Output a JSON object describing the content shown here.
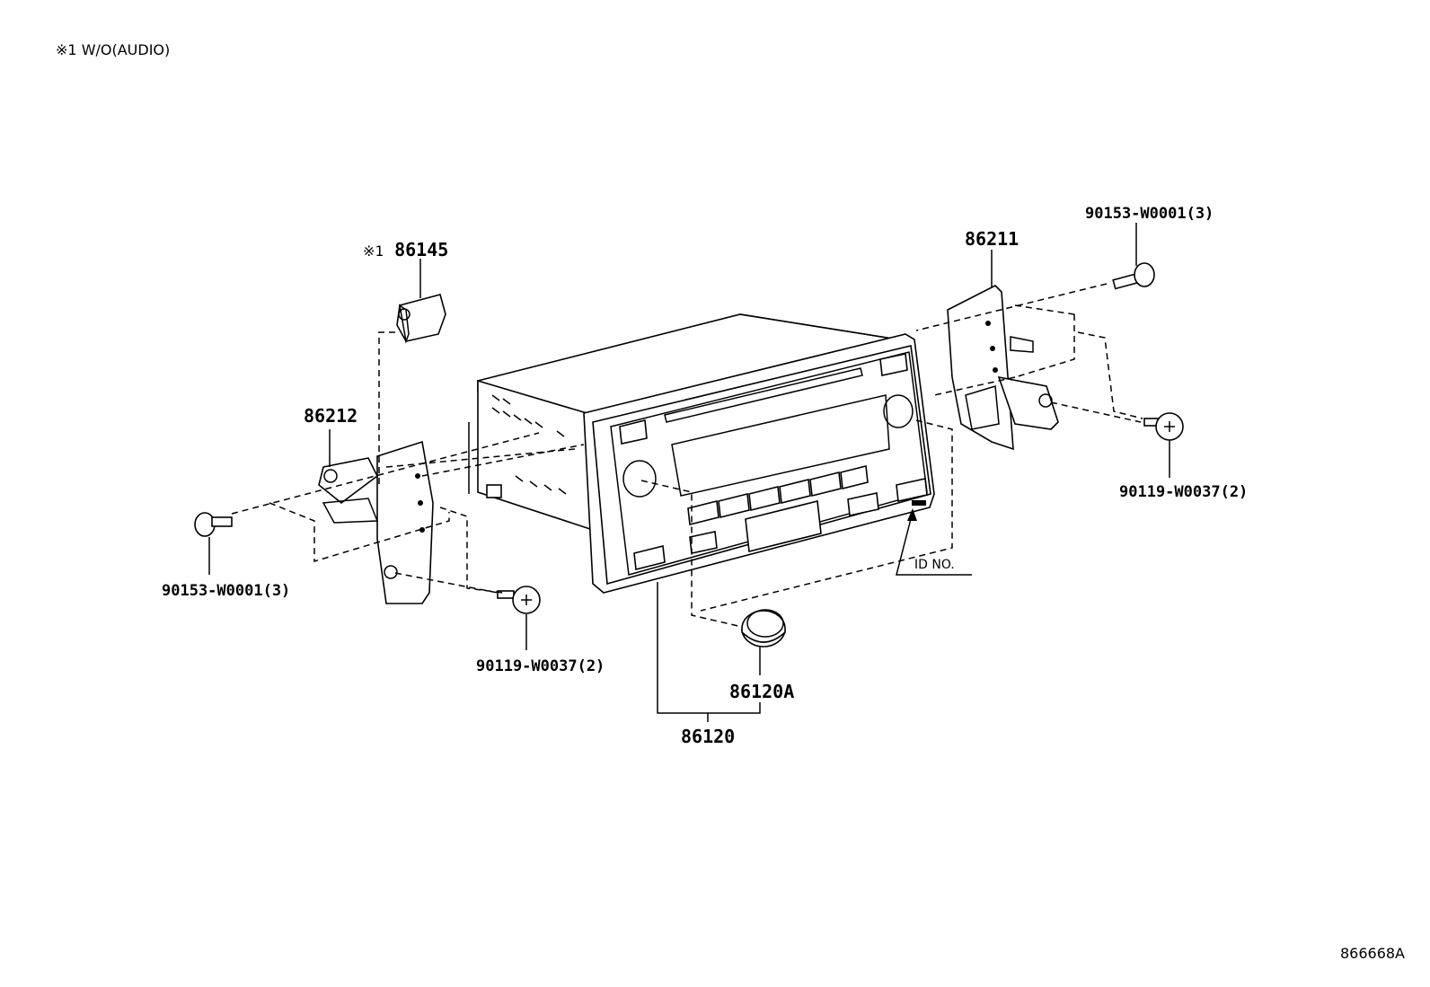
{
  "note": {
    "mark": "※1",
    "text": "W/O(AUDIO)"
  },
  "labels": {
    "p86145_mark": "※1",
    "p86145": "86145",
    "p86212": "86212",
    "p86211": "86211",
    "p90153_left": "90153-W0001(3)",
    "p90153_right": "90153-W0001(3)",
    "p90119_left": "90119-W0037(2)",
    "p90119_right": "90119-W0037(2)",
    "p86120A": "86120A",
    "p86120": "86120",
    "id_no": "ID NO."
  },
  "diagram_code": "866668A"
}
